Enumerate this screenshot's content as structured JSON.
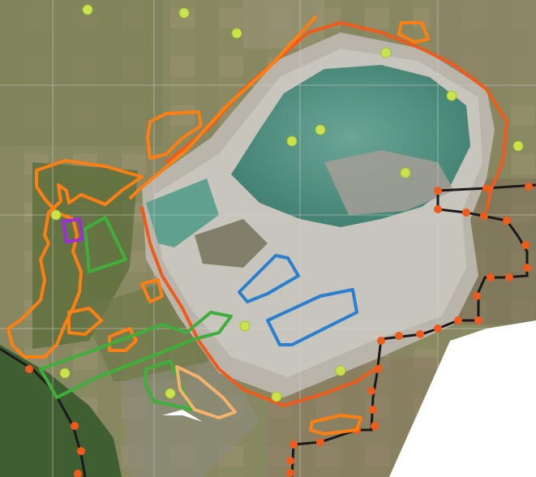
{
  "map": {
    "colors": {
      "field_base": "#8a8a62",
      "field_dark": "#6b6f50",
      "field_light": "#a69f80",
      "forest": "#4e6a38",
      "quarry_rock": "#b7b3a8",
      "quarry_rim": "#d0cdc4",
      "lake": "#4f8f80",
      "lake_light": "#7aa89a",
      "grid_line": "#c8c8c8",
      "orange_outline": "#ff7f11",
      "boundary_orange": "#f05a1a",
      "green_outline": "#3fae3a",
      "blue_outline": "#2b7fd0",
      "purple_outline": "#9b2fd6",
      "peach_outline": "#f6b26b",
      "point_yellow": "#c9e34a",
      "boundary_black": "#1a1a1a",
      "boundary_dot": "#f05a1a",
      "no_data": "#ffffff"
    },
    "layers": [
      {
        "name": "orange-outline",
        "shape": "polygon",
        "color": "#ff7f11"
      },
      {
        "name": "quarry-boundary",
        "shape": "polygon",
        "color": "#f05a1a"
      },
      {
        "name": "green-outline",
        "shape": "polygon",
        "color": "#3fae3a"
      },
      {
        "name": "blue-outline",
        "shape": "polygon",
        "color": "#2b7fd0"
      },
      {
        "name": "purple-outline",
        "shape": "polygon",
        "color": "#9b2fd6"
      },
      {
        "name": "peach-outline",
        "shape": "polygon",
        "color": "#f6b26b"
      },
      {
        "name": "yellow-points",
        "shape": "point",
        "color": "#c9e34a"
      },
      {
        "name": "black-dotted-boundary",
        "shape": "polyline",
        "color": "#1a1a1a"
      }
    ]
  }
}
